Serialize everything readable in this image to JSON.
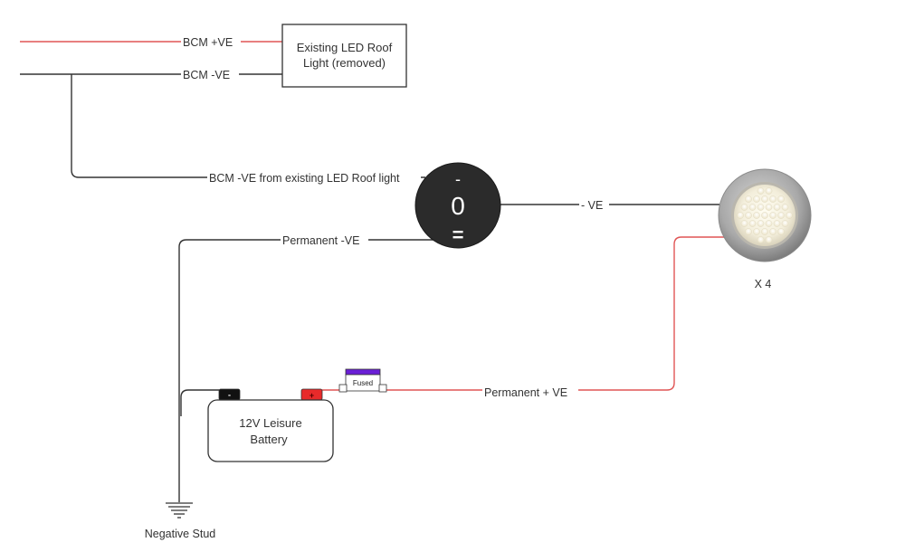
{
  "diagram": {
    "type": "wiring-schematic",
    "colors": {
      "positive_wire": "#e05555",
      "negative_wire": "#333333",
      "switch_body": "#2b2b2b",
      "fuse_cap": "#6a1fd6",
      "battery_positive_terminal": "#e82a2a",
      "battery_negative_terminal": "#111111"
    },
    "nodes": {
      "roof_light": {
        "line1": "Existing LED Roof",
        "line2": "Light (removed)"
      },
      "switch": {
        "top_symbol": "-",
        "middle_symbol": "0",
        "bottom_symbol": "="
      },
      "led_light": {
        "multiplier": "X 4"
      },
      "battery": {
        "line1": "12V Leisure",
        "line2": "Battery",
        "negative_symbol": "-",
        "positive_symbol": "+"
      },
      "fuse": {
        "label": "Fused"
      },
      "ground": {
        "label": "Negative Stud"
      }
    },
    "wire_labels": {
      "bcm_pos": "BCM +VE",
      "bcm_neg": "BCM -VE",
      "bcm_neg_from_existing": "BCM -VE from existing LED Roof light",
      "permanent_neg": "Permanent -VE",
      "switched_neg": "- VE",
      "permanent_pos": "Permanent + VE"
    },
    "connections": [
      {
        "from": "BCM",
        "to": "roof_light",
        "label": "BCM +VE",
        "polarity": "positive"
      },
      {
        "from": "BCM",
        "to": "roof_light",
        "label": "BCM -VE",
        "polarity": "negative"
      },
      {
        "from": "BCM -VE",
        "to": "switch",
        "label": "BCM -VE from existing LED Roof light",
        "polarity": "negative"
      },
      {
        "from": "ground",
        "to": "switch",
        "label": "Permanent -VE",
        "polarity": "negative"
      },
      {
        "from": "switch",
        "to": "led_light",
        "label": "- VE",
        "polarity": "negative"
      },
      {
        "from": "battery +",
        "to": "led_light",
        "label": "Permanent + VE",
        "polarity": "positive",
        "via": "fuse"
      },
      {
        "from": "battery -",
        "to": "ground",
        "label": "",
        "polarity": "negative"
      }
    ]
  }
}
